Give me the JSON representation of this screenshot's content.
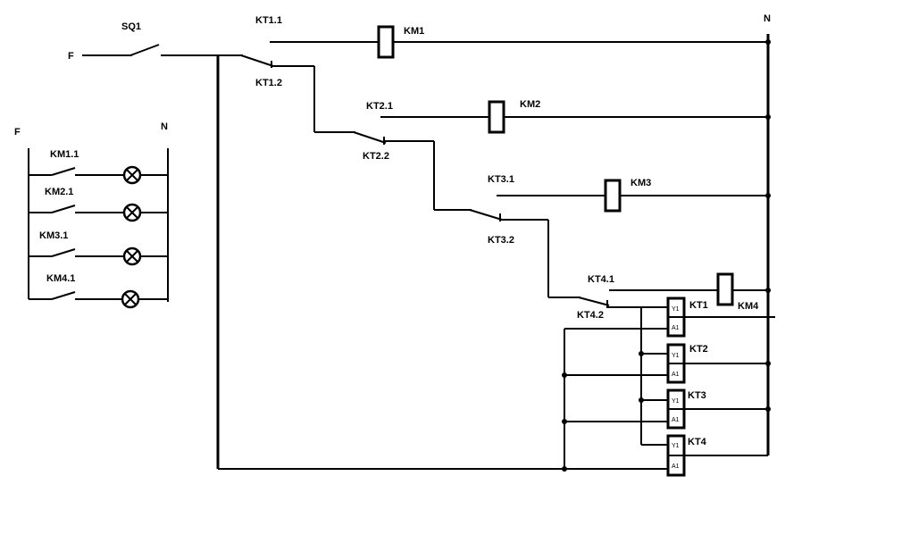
{
  "labels": {
    "phase_main": "F",
    "neutral_main": "N",
    "sq1": "SQ1",
    "kt1_1": "KT1.1",
    "kt1_2": "KT1.2",
    "km1": "KM1",
    "kt2_1": "KT2.1",
    "kt2_2": "KT2.2",
    "km2": "KM2",
    "kt3_1": "KT3.1",
    "kt3_2": "KT3.2",
    "km3": "KM3",
    "kt4_1": "KT4.1",
    "kt4_2": "KT4.2",
    "km4": "KM4",
    "kt1": "KT1",
    "kt2": "KT2",
    "kt3": "KT3",
    "kt4": "KT4",
    "terminal_y1": "Y1",
    "terminal_a1": "A1"
  },
  "lamp_panel": {
    "phase": "F",
    "neutral": "N",
    "contacts": [
      "KM1.1",
      "KM2.1",
      "KM3.1",
      "KM4.1"
    ]
  }
}
